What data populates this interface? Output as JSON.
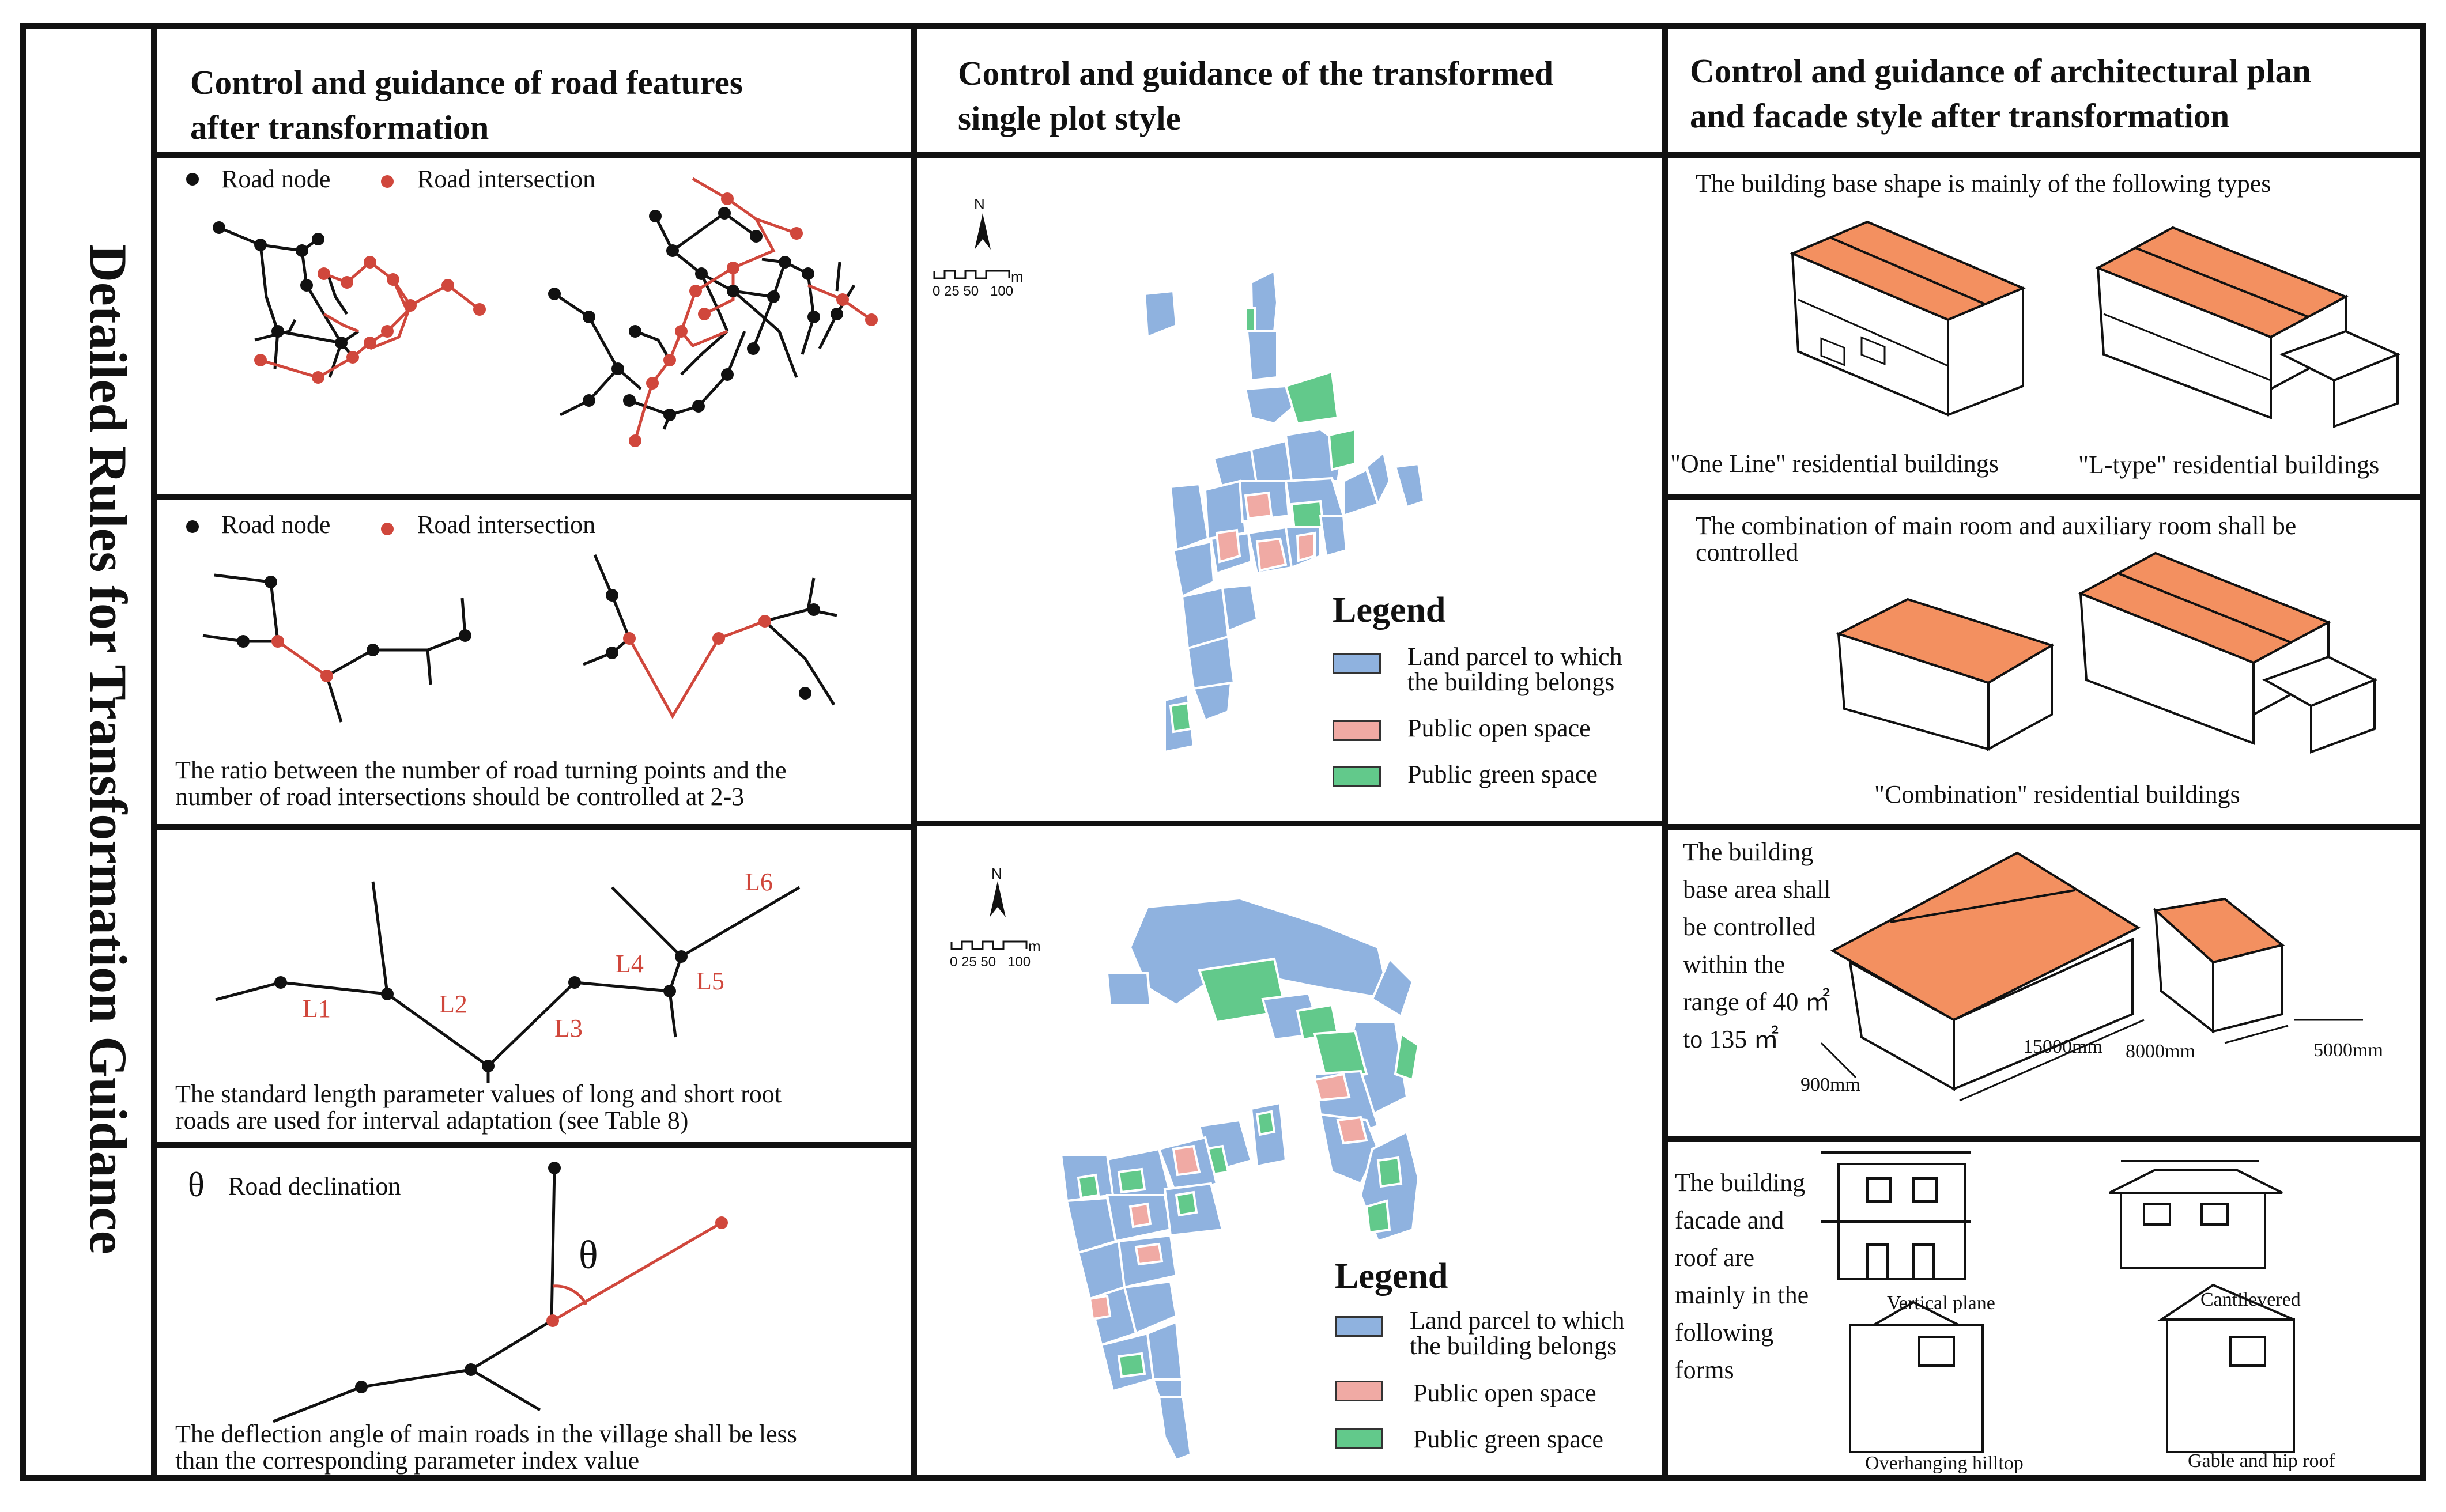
{
  "sidebar_title": "Detailed Rules for Transformation Guidance",
  "columns": {
    "roads": {
      "title_line1": "Control and guidance of road features",
      "title_line2": "after transformation"
    },
    "plots": {
      "title_line1": "Control and guidance of the transformed",
      "title_line2": "single plot style"
    },
    "architecture": {
      "title_line1": "Control and guidance of architectural plan",
      "title_line2": "and facade style after transformation"
    }
  },
  "road_panels": {
    "p1": {
      "legend_node": "Road node",
      "legend_intersection": "Road intersection"
    },
    "p2": {
      "legend_node": "Road node",
      "legend_intersection": "Road intersection",
      "caption_line1": "The ratio between the number of road turning points and the",
      "caption_line2": "number of road intersections should be controlled at 2-3"
    },
    "p3": {
      "labels": [
        "L1",
        "L2",
        "L3",
        "L4",
        "L5",
        "L6"
      ],
      "caption_line1": "The standard length parameter values of long and short root",
      "caption_line2": "roads are used for interval adaptation (see Table 8)"
    },
    "p4": {
      "theta": "θ",
      "legend": "Road declination",
      "angle_label": "θ",
      "caption_line1": "The deflection angle of main roads in the village shall be less",
      "caption_line2": "than the corresponding parameter index value"
    }
  },
  "maps": {
    "map1": {
      "north": "N",
      "scale_label": "0 25 50   100",
      "scale_unit": "m",
      "legend_title": "Legend",
      "legend": [
        {
          "line1": "Land parcel to which",
          "line2": "the building belongs",
          "color": "#8fb2df"
        },
        {
          "line1": "Public open space",
          "line2": "",
          "color": "#f0aaa4"
        },
        {
          "line1": "Public green space",
          "line2": "",
          "color": "#62c98b"
        }
      ]
    },
    "map2": {
      "north": "N",
      "scale_label": "0 25 50   100",
      "scale_unit": "m",
      "legend_title": "Legend",
      "legend": [
        {
          "line1": "Land parcel to which",
          "line2": "the building belongs",
          "color": "#8fb2df"
        },
        {
          "line1": "Public open space",
          "line2": "",
          "color": "#f0aaa4"
        },
        {
          "line1": "Public green space",
          "line2": "",
          "color": "#62c98b"
        }
      ]
    }
  },
  "arch_panels": {
    "a1": {
      "intro": "The building base shape is mainly of the following types",
      "label_left": "\"One Line\" residential buildings",
      "label_right": "\"L-type\" residential buildings"
    },
    "a2": {
      "intro_line1": "The combination of main room and auxiliary room shall be",
      "intro_line2": "controlled",
      "label": "\"Combination\" residential buildings"
    },
    "a3": {
      "text_lines": [
        "The building",
        "base area shall",
        "be controlled",
        "within the",
        "range of 40 ㎡",
        "to 135 ㎡"
      ],
      "dims": [
        "900mm",
        "15000mm",
        "8000mm",
        "5000mm"
      ]
    },
    "a4": {
      "text_lines": [
        "The building",
        "facade and",
        "roof are",
        "mainly in the",
        "following",
        "forms"
      ],
      "forms": [
        "Vertical plane",
        "Cantilevered",
        "Overhanging hilltop",
        "Gable and hip roof"
      ]
    }
  },
  "colors": {
    "road_red": "#d0473c",
    "node_black": "#111111",
    "roof": "#f39060"
  }
}
